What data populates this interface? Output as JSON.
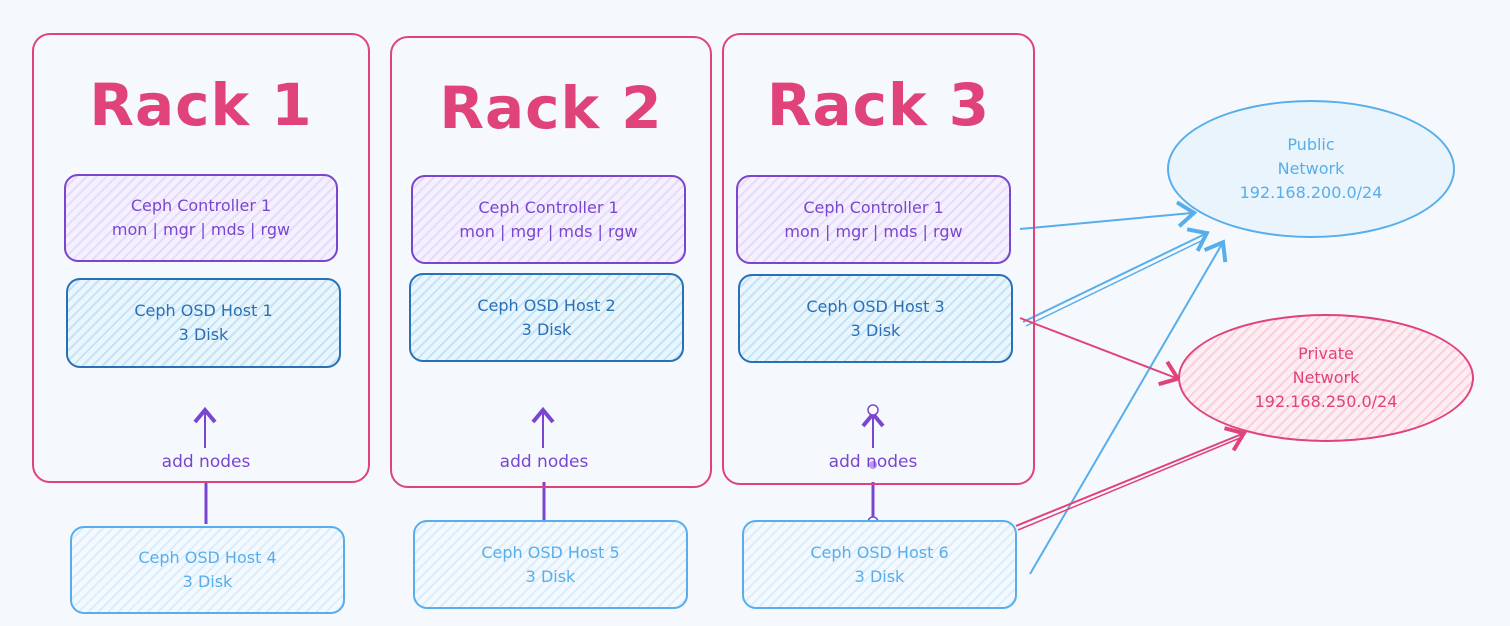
{
  "racks": [
    {
      "title": "Rack 1",
      "controller": {
        "line1": "Ceph Controller 1",
        "line2": "mon | mgr | mds | rgw"
      },
      "osd": {
        "line1": "Ceph OSD Host 1",
        "line2": "3 Disk"
      },
      "add_label": "add nodes",
      "new_osd": {
        "line1": "Ceph OSD Host 4",
        "line2": "3 Disk"
      }
    },
    {
      "title": "Rack 2",
      "controller": {
        "line1": "Ceph Controller 1",
        "line2": "mon | mgr | mds | rgw"
      },
      "osd": {
        "line1": "Ceph OSD Host 2",
        "line2": "3 Disk"
      },
      "add_label": "add nodes",
      "new_osd": {
        "line1": "Ceph OSD Host 5",
        "line2": "3 Disk"
      }
    },
    {
      "title": "Rack 3",
      "controller": {
        "line1": "Ceph Controller 1",
        "line2": "mon | mgr | mds | rgw"
      },
      "osd": {
        "line1": "Ceph OSD Host 3",
        "line2": "3 Disk"
      },
      "add_label": "add nodes",
      "new_osd": {
        "line1": "Ceph OSD Host 6",
        "line2": "3 Disk"
      }
    }
  ],
  "networks": {
    "public": {
      "line1": "Public",
      "line2": "Network",
      "line3": "192.168.200.0/24"
    },
    "private": {
      "line1": "Private",
      "line2": "Network",
      "line3": "192.168.250.0/24"
    }
  },
  "colors": {
    "rack": "#e0427a",
    "controller": "#7a45cf",
    "osd": "#2a70b5",
    "osd_new": "#58aeea",
    "public_link": "#58aeea",
    "private_link": "#e0427a"
  }
}
